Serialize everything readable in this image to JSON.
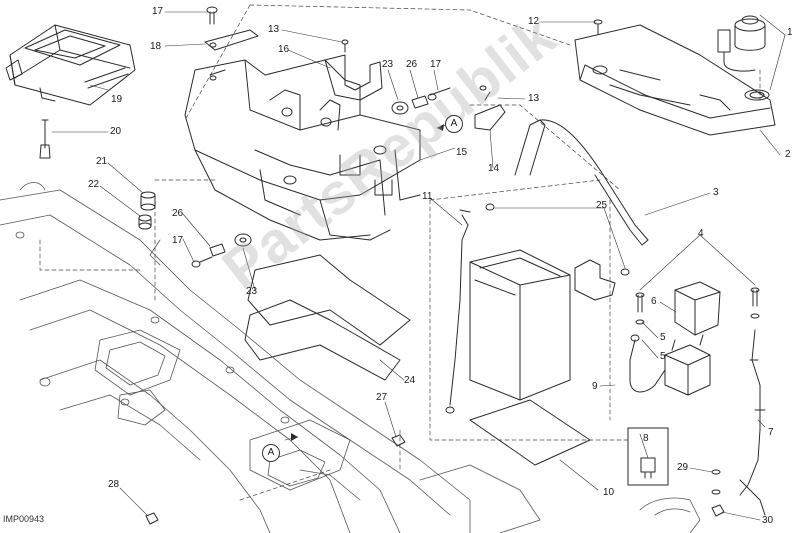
{
  "diagram_code": "IMP00943",
  "watermark": "PartsRepublik",
  "reference_marker": "A",
  "callouts": [
    {
      "id": "c1",
      "label": "1"
    },
    {
      "id": "c2",
      "label": "2"
    },
    {
      "id": "c3",
      "label": "3"
    },
    {
      "id": "c4",
      "label": "4"
    },
    {
      "id": "c5a",
      "label": "5"
    },
    {
      "id": "c5b",
      "label": "5"
    },
    {
      "id": "c6",
      "label": "6"
    },
    {
      "id": "c7",
      "label": "7"
    },
    {
      "id": "c8",
      "label": "8"
    },
    {
      "id": "c9",
      "label": "9"
    },
    {
      "id": "c10",
      "label": "10"
    },
    {
      "id": "c11",
      "label": "11"
    },
    {
      "id": "c12",
      "label": "12"
    },
    {
      "id": "c13a",
      "label": "13"
    },
    {
      "id": "c13b",
      "label": "13"
    },
    {
      "id": "c14",
      "label": "14"
    },
    {
      "id": "c15",
      "label": "15"
    },
    {
      "id": "c16",
      "label": "16"
    },
    {
      "id": "c17a",
      "label": "17"
    },
    {
      "id": "c17b",
      "label": "17"
    },
    {
      "id": "c17c",
      "label": "17"
    },
    {
      "id": "c18",
      "label": "18"
    },
    {
      "id": "c19",
      "label": "19"
    },
    {
      "id": "c20",
      "label": "20"
    },
    {
      "id": "c21",
      "label": "21"
    },
    {
      "id": "c22",
      "label": "22"
    },
    {
      "id": "c23a",
      "label": "23"
    },
    {
      "id": "c23b",
      "label": "23"
    },
    {
      "id": "c24",
      "label": "24"
    },
    {
      "id": "c25",
      "label": "25"
    },
    {
      "id": "c26a",
      "label": "26"
    },
    {
      "id": "c26b",
      "label": "26"
    },
    {
      "id": "c27",
      "label": "27"
    },
    {
      "id": "c28",
      "label": "28"
    },
    {
      "id": "c29",
      "label": "29"
    },
    {
      "id": "c30",
      "label": "30"
    }
  ]
}
